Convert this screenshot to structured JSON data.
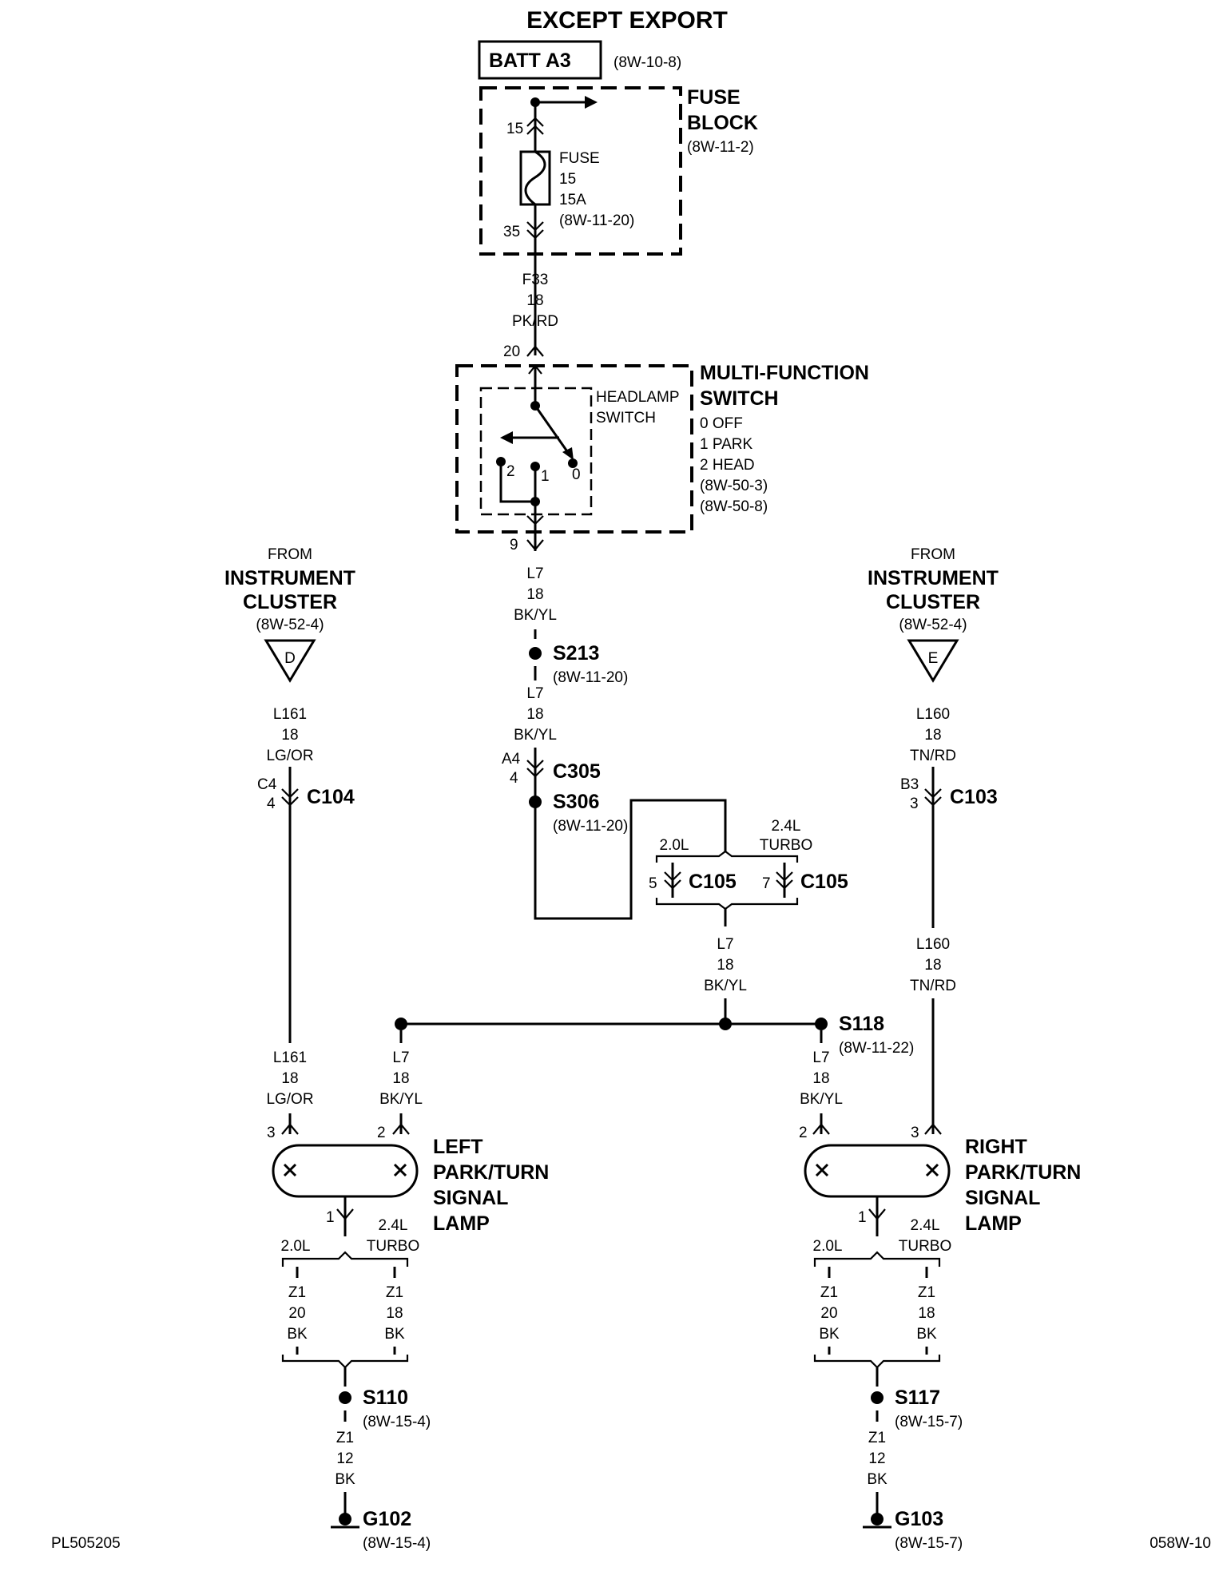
{
  "title": "EXCEPT EXPORT",
  "batt": {
    "label": "BATT A3",
    "ref": "(8W-10-8)"
  },
  "fuse_block": {
    "line1": "FUSE",
    "line2": "BLOCK",
    "ref": "(8W-11-2)",
    "pin_in": "15",
    "pin_out": "35",
    "fuse": {
      "l1": "FUSE",
      "l2": "15",
      "l3": "15A",
      "l4": "(8W-11-20)"
    }
  },
  "wire_f33": {
    "code": "F33",
    "gauge": "18",
    "color": "PK/RD"
  },
  "mfs": {
    "line1": "MULTI-FUNCTION",
    "line2": "SWITCH",
    "o0": "0 OFF",
    "o1": "1 PARK",
    "o2": "2 HEAD",
    "ref1": "(8W-50-3)",
    "ref2": "(8W-50-8)",
    "pin_in": "20",
    "pin_out": "9",
    "sub1": "HEADLAMP",
    "sub2": "SWITCH",
    "p0": "0",
    "p1": "1",
    "p2": "2"
  },
  "wire_l7a": {
    "code": "L7",
    "gauge": "18",
    "color": "BK/YL"
  },
  "s213": {
    "label": "S213",
    "ref": "(8W-11-20)"
  },
  "wire_l7b": {
    "code": "L7",
    "gauge": "18",
    "color": "BK/YL"
  },
  "c305": {
    "label": "C305",
    "pin_a": "A4",
    "pin_b": "4"
  },
  "s306": {
    "label": "S306",
    "ref": "(8W-11-20)"
  },
  "c105": {
    "label_a": "C105",
    "label_b": "C105",
    "pin_a": "5",
    "pin_b": "7",
    "opt_a": "2.0L",
    "opt_b1": "2.4L",
    "opt_b2": "TURBO"
  },
  "wire_l7c": {
    "code": "L7",
    "gauge": "18",
    "color": "BK/YL"
  },
  "s118": {
    "label": "S118",
    "ref": "(8W-11-22)"
  },
  "ic_left": {
    "from": "FROM",
    "l1": "INSTRUMENT",
    "l2": "CLUSTER",
    "ref": "(8W-52-4)",
    "letter": "D"
  },
  "ic_right": {
    "from": "FROM",
    "l1": "INSTRUMENT",
    "l2": "CLUSTER",
    "ref": "(8W-52-4)",
    "letter": "E"
  },
  "wire_l161a": {
    "code": "L161",
    "gauge": "18",
    "color": "LG/OR"
  },
  "wire_l161b": {
    "code": "L161",
    "gauge": "18",
    "color": "LG/OR"
  },
  "wire_l160a": {
    "code": "L160",
    "gauge": "18",
    "color": "TN/RD"
  },
  "wire_l160b": {
    "code": "L160",
    "gauge": "18",
    "color": "TN/RD"
  },
  "c104": {
    "label": "C104",
    "pin_a": "C4",
    "pin_b": "4"
  },
  "c103": {
    "label": "C103",
    "pin_a": "B3",
    "pin_b": "3"
  },
  "wire_l7_left": {
    "code": "L7",
    "gauge": "18",
    "color": "BK/YL"
  },
  "wire_l7_right": {
    "code": "L7",
    "gauge": "18",
    "color": "BK/YL"
  },
  "left_lamp": {
    "l1": "LEFT",
    "l2": "PARK/TURN",
    "l3": "SIGNAL",
    "l4": "LAMP",
    "pin3": "3",
    "pin2": "2",
    "pin1": "1"
  },
  "right_lamp": {
    "l1": "RIGHT",
    "l2": "PARK/TURN",
    "l3": "SIGNAL",
    "l4": "LAMP",
    "pin3": "3",
    "pin2": "2",
    "pin1": "1"
  },
  "left_ground": {
    "opt_a": "2.0L",
    "opt_b1": "2.4L",
    "opt_b2": "TURBO",
    "wa": {
      "code": "Z1",
      "gauge": "20",
      "color": "BK"
    },
    "wb": {
      "code": "Z1",
      "gauge": "18",
      "color": "BK"
    },
    "splice": "S110",
    "splice_ref": "(8W-15-4)",
    "wc": {
      "code": "Z1",
      "gauge": "12",
      "color": "BK"
    },
    "ground": "G102",
    "ground_ref": "(8W-15-4)"
  },
  "right_ground": {
    "opt_a": "2.0L",
    "opt_b1": "2.4L",
    "opt_b2": "TURBO",
    "wa": {
      "code": "Z1",
      "gauge": "20",
      "color": "BK"
    },
    "wb": {
      "code": "Z1",
      "gauge": "18",
      "color": "BK"
    },
    "splice": "S117",
    "splice_ref": "(8W-15-7)",
    "wc": {
      "code": "Z1",
      "gauge": "12",
      "color": "BK"
    },
    "ground": "G103",
    "ground_ref": "(8W-15-7)"
  },
  "footer": {
    "left": "PL505205",
    "right": "058W-10"
  }
}
